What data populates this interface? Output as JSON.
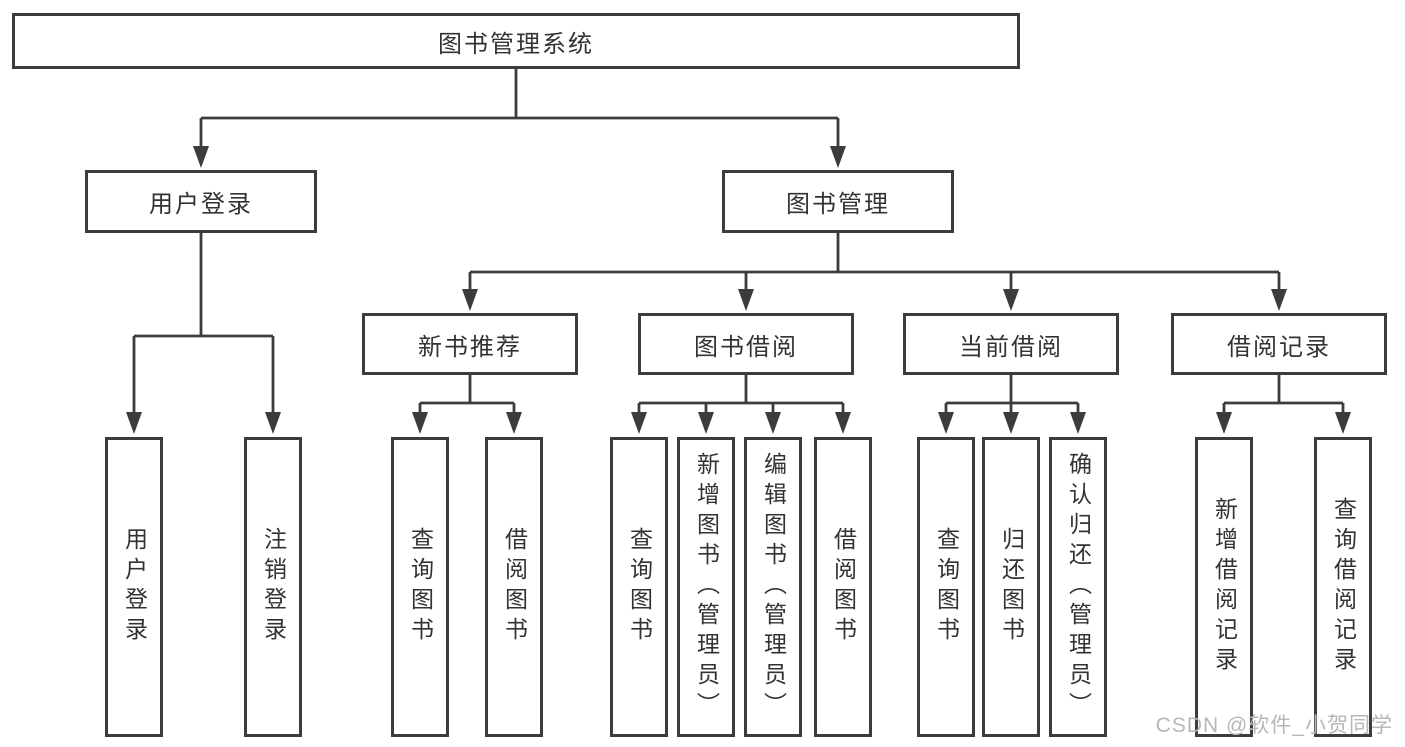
{
  "diagram": {
    "root": "图书管理系统",
    "user_login": {
      "label": "用户登录",
      "children": [
        "用户登录",
        "注销登录"
      ]
    },
    "book_mgmt": {
      "label": "图书管理",
      "groups": [
        {
          "label": "新书推荐",
          "children": [
            "查询图书",
            "借阅图书"
          ]
        },
        {
          "label": "图书借阅",
          "children": [
            "查询图书",
            "新增图书（管理员）",
            "编辑图书（管理员）",
            "借阅图书"
          ]
        },
        {
          "label": "当前借阅",
          "children": [
            "查询图书",
            "归还图书",
            "确认归还（管理员）"
          ]
        },
        {
          "label": "借阅记录",
          "children": [
            "新增借阅记录",
            "查询借阅记录"
          ]
        }
      ]
    }
  },
  "watermark": "CSDN @软件_小贺同学",
  "colors": {
    "line": "#3c3c3c",
    "box_border": "#3c3c3c",
    "text": "#333333",
    "watermark": "#b7b7b7",
    "background": "#ffffff"
  }
}
